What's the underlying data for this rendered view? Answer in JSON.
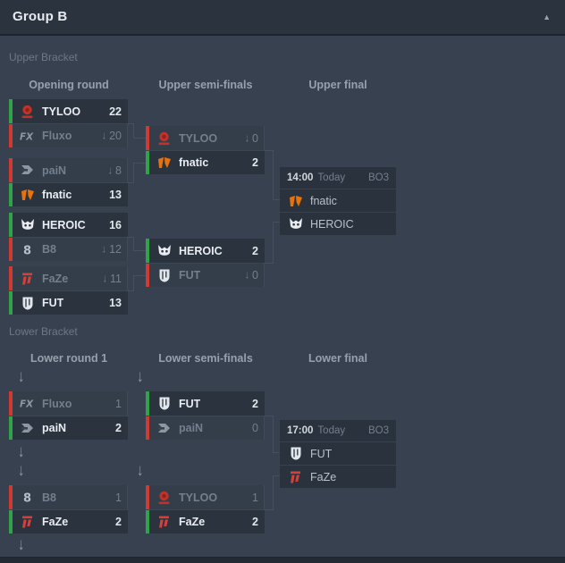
{
  "panel": {
    "title": "Group B",
    "collapse_icon": "caret-up"
  },
  "upper": {
    "label": "Upper Bracket",
    "rounds": [
      "Opening round",
      "Upper semi-finals",
      "Upper final"
    ],
    "opening": [
      {
        "top": {
          "team": "TYLOO",
          "score": "22",
          "result": "win"
        },
        "bottom": {
          "team": "Fluxo",
          "score": "20",
          "result": "loss",
          "dropped": true
        }
      },
      {
        "top": {
          "team": "paiN",
          "score": "8",
          "result": "loss",
          "dropped": true
        },
        "bottom": {
          "team": "fnatic",
          "score": "13",
          "result": "win"
        }
      },
      {
        "top": {
          "team": "HEROIC",
          "score": "16",
          "result": "win"
        },
        "bottom": {
          "team": "B8",
          "score": "12",
          "result": "loss",
          "dropped": true
        }
      },
      {
        "top": {
          "team": "FaZe",
          "score": "11",
          "result": "loss",
          "dropped": true
        },
        "bottom": {
          "team": "FUT",
          "score": "13",
          "result": "win"
        }
      }
    ],
    "semifinals": [
      {
        "top": {
          "team": "TYLOO",
          "score": "0",
          "result": "loss",
          "dropped": true
        },
        "bottom": {
          "team": "fnatic",
          "score": "2",
          "result": "win"
        }
      },
      {
        "top": {
          "team": "HEROIC",
          "score": "2",
          "result": "win"
        },
        "bottom": {
          "team": "FUT",
          "score": "0",
          "result": "loss",
          "dropped": true
        }
      }
    ],
    "final": {
      "time": "14:00",
      "date": "Today",
      "format": "BO3",
      "top": {
        "team": "fnatic"
      },
      "bottom": {
        "team": "HEROIC"
      }
    }
  },
  "lower": {
    "label": "Lower Bracket",
    "rounds": [
      "Lower round 1",
      "Lower semi-finals",
      "Lower final"
    ],
    "round1": [
      {
        "top": {
          "team": "Fluxo",
          "score": "1",
          "result": "loss"
        },
        "bottom": {
          "team": "paiN",
          "score": "2",
          "result": "win"
        }
      },
      {
        "top": {
          "team": "B8",
          "score": "1",
          "result": "loss"
        },
        "bottom": {
          "team": "FaZe",
          "score": "2",
          "result": "win"
        }
      }
    ],
    "semifinals": [
      {
        "top": {
          "team": "FUT",
          "score": "2",
          "result": "win"
        },
        "bottom": {
          "team": "paiN",
          "score": "0",
          "result": "loss"
        }
      },
      {
        "top": {
          "team": "TYLOO",
          "score": "1",
          "result": "loss"
        },
        "bottom": {
          "team": "FaZe",
          "score": "2",
          "result": "win"
        }
      }
    ],
    "final": {
      "time": "17:00",
      "date": "Today",
      "format": "BO3",
      "top": {
        "team": "FUT"
      },
      "bottom": {
        "team": "FaZe"
      }
    }
  },
  "colors": {
    "panel_bg": "#37414f",
    "header_bg": "#2b333f",
    "cell_won_bg": "#2a333e",
    "cell_lost_bg": "#343e4a",
    "win_bar": "#2fa24a",
    "loss_bar": "#cf3a31",
    "winner_text": "#e9edf2",
    "loser_text": "#747f8d",
    "fnatic_orange": "#e8730a",
    "faze_red": "#d6403a",
    "tyloo_red": "#c8342c"
  },
  "icons": {
    "collapse": "caret-up-icon",
    "drop": "down-arrow-icon"
  }
}
